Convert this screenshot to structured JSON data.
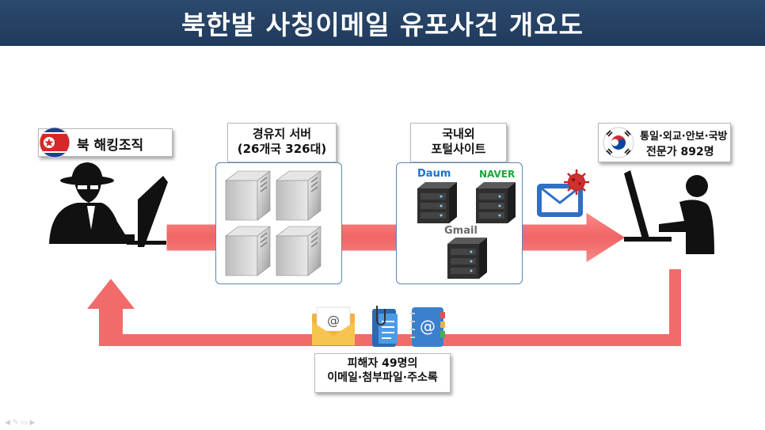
{
  "title": "북한발 사칭이메일 유포사건 개요도",
  "attacker": {
    "label": "북 해킹조직",
    "flag": "north-korea-flag-icon"
  },
  "servers": {
    "line1": "경유지 서버",
    "line2": "(26개국 326대)"
  },
  "portals": {
    "line1": "국내외",
    "line2": "포털사이트",
    "logo_daum": "Daum",
    "logo_naver": "NAVER",
    "logo_gmail": "Gmail"
  },
  "targets": {
    "line1": "통일·외교·안보·국방",
    "line2": "전문가 892명",
    "flag": "south-korea-flag-icon"
  },
  "victims": {
    "line1": "피해자 49명의",
    "line2": "이메일·첨부파일·주소록"
  },
  "colors": {
    "title_bg": "#1f3a5c",
    "arrow": "#f26b6b",
    "arrow_dark": "#e85858",
    "panel_border": "#5b86b8"
  }
}
